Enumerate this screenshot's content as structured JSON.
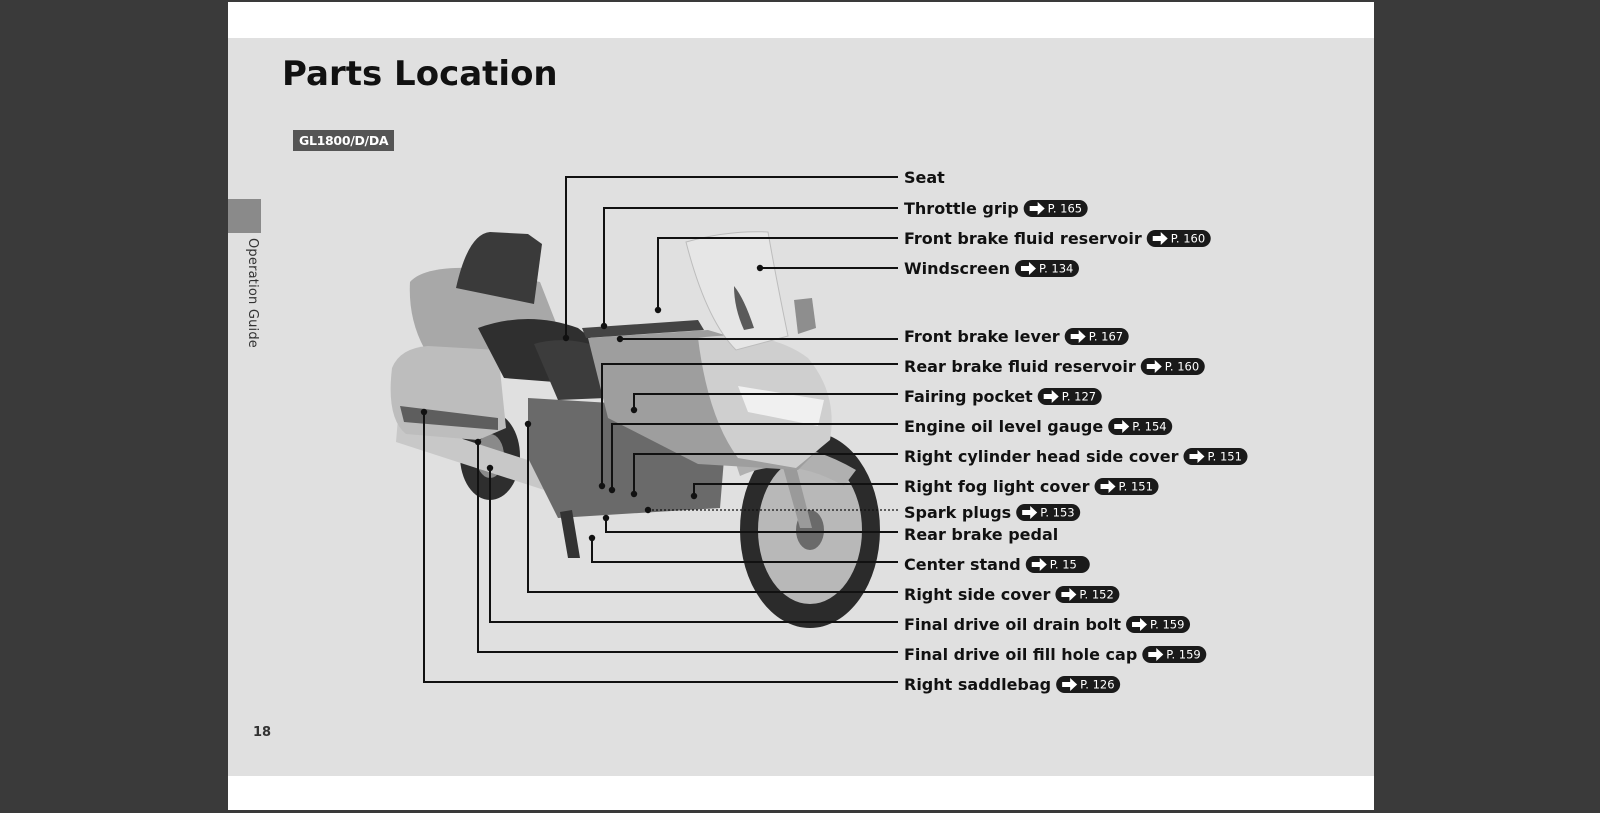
{
  "title": "Parts Location",
  "model_tag": "GL1800/D/DA",
  "side_tab": "Operation Guide",
  "page_number": "18",
  "callouts": [
    {
      "label": "Seat",
      "ref": ""
    },
    {
      "label": "Throttle grip",
      "ref": "P. 165"
    },
    {
      "label": "Front brake fluid reservoir",
      "ref": "P. 160"
    },
    {
      "label": "Windscreen",
      "ref": "P. 134"
    },
    {
      "label": "Front brake lever",
      "ref": "P. 167"
    },
    {
      "label": "Rear brake fluid reservoir",
      "ref": "P. 160"
    },
    {
      "label": "Fairing pocket",
      "ref": "P. 127"
    },
    {
      "label": "Engine oil level gauge",
      "ref": "P. 154"
    },
    {
      "label": "Right cylinder head side cover",
      "ref": "P. 151"
    },
    {
      "label": "Right fog light cover",
      "ref": "P. 151"
    },
    {
      "label": "Spark plugs",
      "ref": "P. 153"
    },
    {
      "label": "Rear brake pedal",
      "ref": ""
    },
    {
      "label": "Center stand",
      "ref": "P. 15"
    },
    {
      "label": "Right side cover",
      "ref": "P. 152"
    },
    {
      "label": "Final drive oil drain bolt",
      "ref": "P. 159"
    },
    {
      "label": "Final drive oil fill hole cap",
      "ref": "P. 159"
    },
    {
      "label": "Right saddlebag",
      "ref": "P. 126"
    }
  ],
  "image": {
    "subject": "motorcycle-right-side-view"
  },
  "colors": {
    "page": "#e0e0e0",
    "tag": "#555555",
    "ref_badge": "#1a1a1a"
  }
}
